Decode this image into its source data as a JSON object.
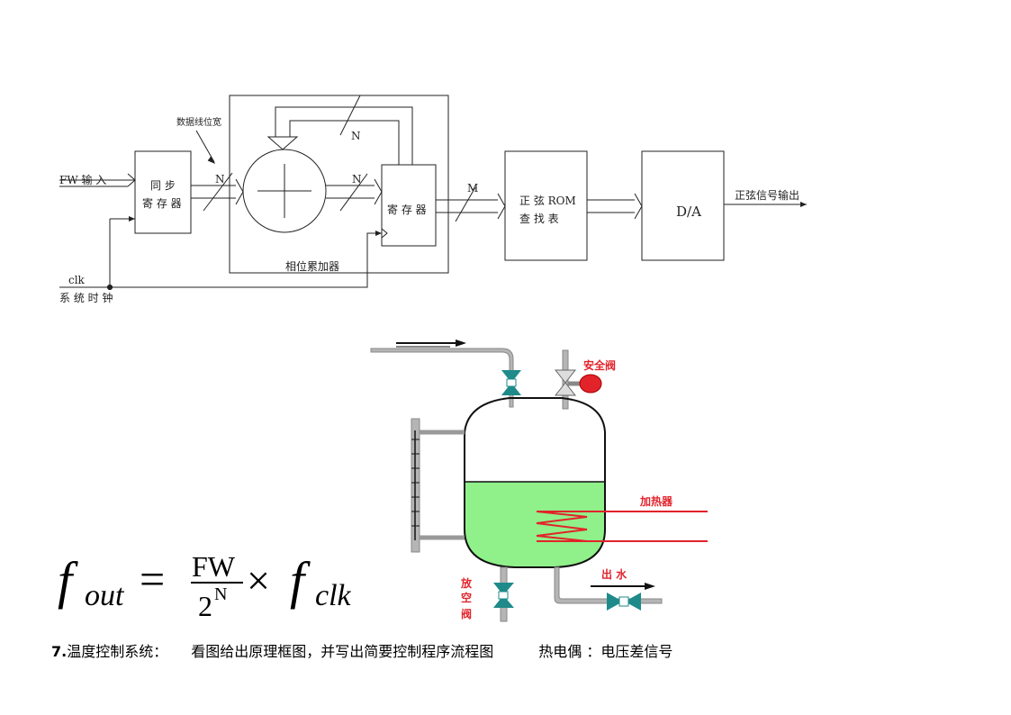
{
  "block_diagram": {
    "fw_input": "FW  输 入",
    "data_bus_label": "数据线位宽",
    "bus_n1": "N",
    "bus_n2": "N",
    "bus_n3": "N",
    "bus_m": "M",
    "sync_register_line1": "同 步",
    "sync_register_line2": "寄 存 器",
    "register": "寄 存 器",
    "accumulator": "相位累加器",
    "rom_line1": "正 弦 ROM",
    "rom_line2": "查 找 表",
    "da": "D/A",
    "output": "正弦信号输出",
    "clk": "clk",
    "clock_label": "系 统 时 钟"
  },
  "formula": {
    "f": "f",
    "out_sub": "out",
    "equals": "=",
    "numerator": "FW",
    "denominator_base": "2",
    "denominator_exp": "N",
    "times": "×",
    "clk_sub": "clk"
  },
  "tank_diagram": {
    "safety_valve": "安全阀",
    "heater": "加热器",
    "outlet": "出 水",
    "vent_valve_1": "放",
    "vent_valve_2": "空",
    "vent_valve_3": "阀",
    "colors": {
      "water": "#90f08a",
      "label_red": "#e2232a",
      "pipe": "#a9a9a9",
      "valve": "#1f8a8a"
    }
  },
  "caption": {
    "number": "7.",
    "title": "温度控制系统：",
    "task": "看图给出原理框图，并写出简要控制程序流程图",
    "sensor": "热电偶 ：电压差信号"
  }
}
